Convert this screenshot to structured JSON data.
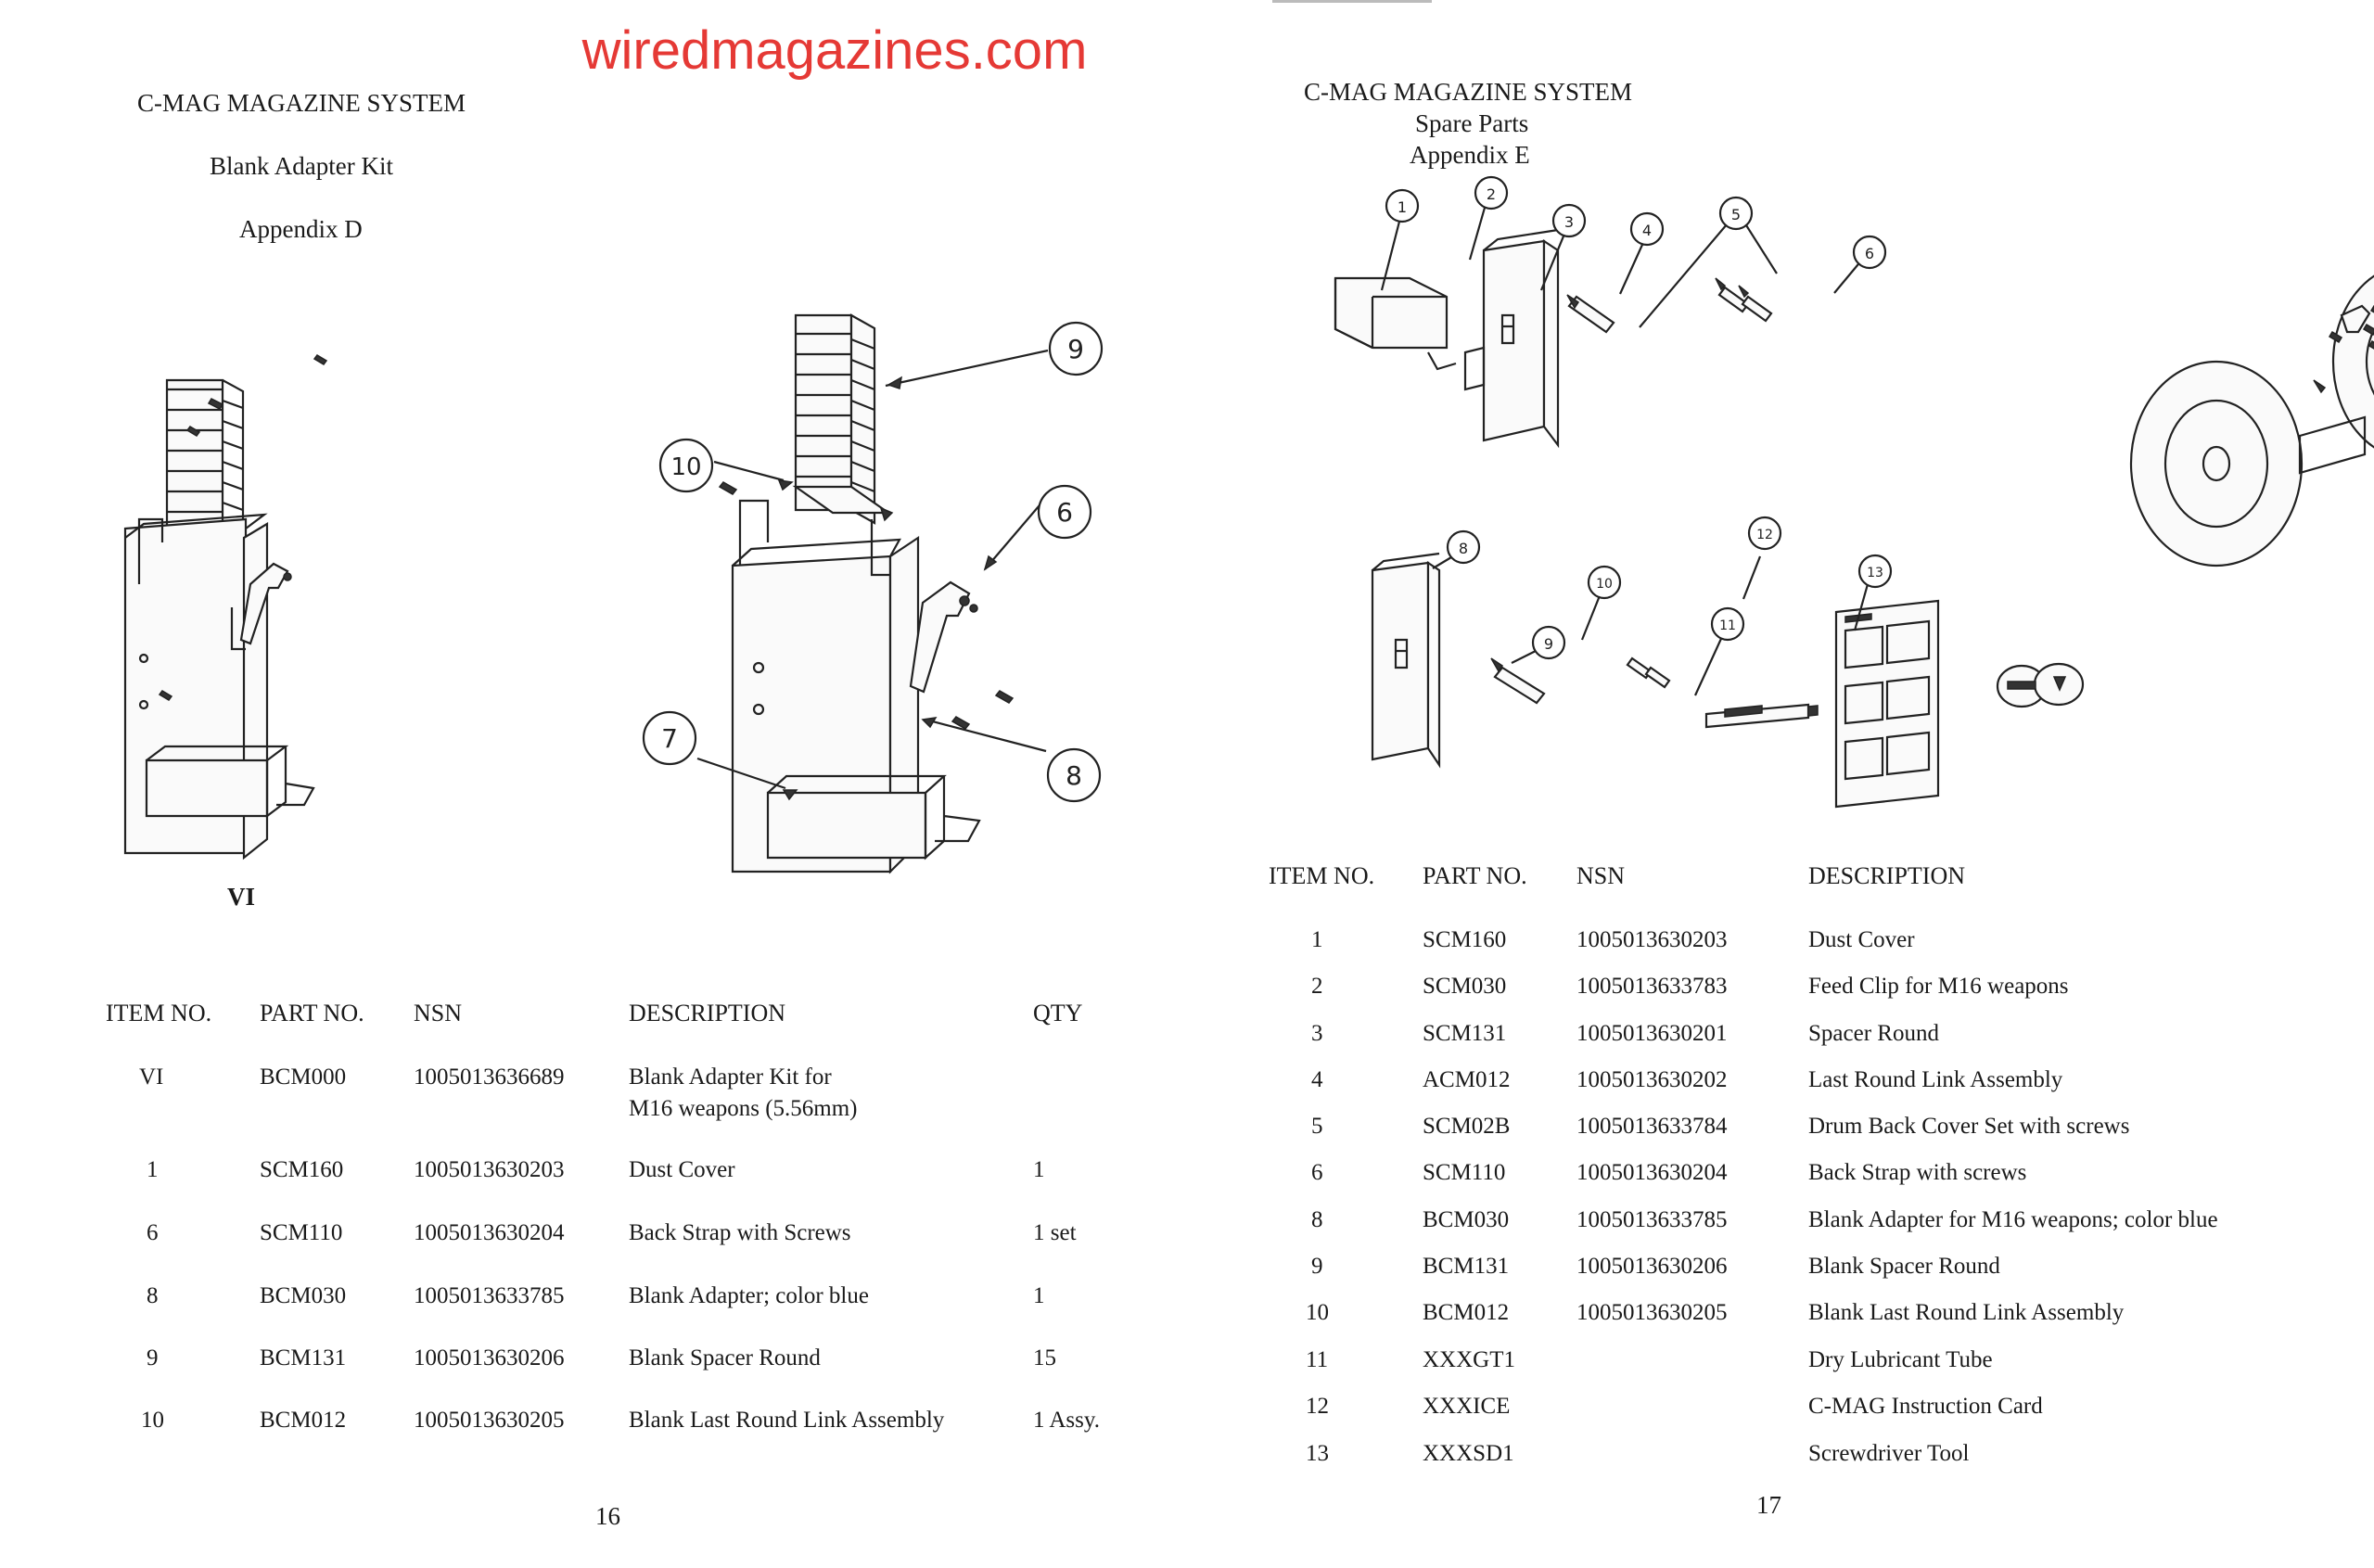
{
  "watermark": "wiredmagazines.com",
  "left_page": {
    "system_title": "C-MAG MAGAZINE SYSTEM",
    "kit_title": "Blank Adapter Kit",
    "appendix": "Appendix D",
    "figure_label": "VI",
    "callouts": [
      "9",
      "10",
      "6",
      "7",
      "8"
    ],
    "columns": [
      "ITEM NO.",
      "PART NO.",
      "NSN",
      "DESCRIPTION",
      "QTY"
    ],
    "rows": [
      {
        "item": "VI",
        "part": "BCM000",
        "nsn": "1005013636689",
        "desc": "Blank Adapter Kit for",
        "desc2": "M16 weapons (5.56mm)",
        "qty": ""
      },
      {
        "item": "1",
        "part": "SCM160",
        "nsn": "1005013630203",
        "desc": "Dust Cover",
        "desc2": "",
        "qty": "1"
      },
      {
        "item": "6",
        "part": "SCM110",
        "nsn": "1005013630204",
        "desc": "Back Strap with Screws",
        "desc2": "",
        "qty": "1 set"
      },
      {
        "item": "8",
        "part": "BCM030",
        "nsn": "1005013633785",
        "desc": "Blank Adapter; color blue",
        "desc2": "",
        "qty": "1"
      },
      {
        "item": "9",
        "part": "BCM131",
        "nsn": "1005013630206",
        "desc": "Blank Spacer Round",
        "desc2": "",
        "qty": "15"
      },
      {
        "item": "10",
        "part": "BCM012",
        "nsn": "1005013630205",
        "desc": "Blank Last Round Link Assembly",
        "desc2": "",
        "qty": "1 Assy."
      }
    ],
    "page_number": "16"
  },
  "right_page": {
    "system_title": "C-MAG MAGAZINE SYSTEM",
    "subtitle": "Spare Parts",
    "appendix": "Appendix E",
    "callouts": [
      "1",
      "2",
      "3",
      "4",
      "5",
      "6",
      "8",
      "9",
      "10",
      "11",
      "12",
      "13"
    ],
    "columns": [
      "ITEM NO.",
      "PART NO.",
      "NSN",
      "DESCRIPTION"
    ],
    "rows": [
      {
        "item": "1",
        "part": "SCM160",
        "nsn": "1005013630203",
        "desc": "Dust Cover"
      },
      {
        "item": "2",
        "part": "SCM030",
        "nsn": "1005013633783",
        "desc": "Feed Clip for M16 weapons"
      },
      {
        "item": "3",
        "part": "SCM131",
        "nsn": "1005013630201",
        "desc": "Spacer Round"
      },
      {
        "item": "4",
        "part": "ACM012",
        "nsn": "1005013630202",
        "desc": "Last Round Link Assembly"
      },
      {
        "item": "5",
        "part": "SCM02B",
        "nsn": "1005013633784",
        "desc": "Drum Back Cover Set with screws"
      },
      {
        "item": "6",
        "part": "SCM110",
        "nsn": "1005013630204",
        "desc": "Back Strap with screws"
      },
      {
        "item": "8",
        "part": "BCM030",
        "nsn": "1005013633785",
        "desc": "Blank Adapter for M16 weapons; color blue"
      },
      {
        "item": "9",
        "part": "BCM131",
        "nsn": "1005013630206",
        "desc": "Blank Spacer Round"
      },
      {
        "item": "10",
        "part": "BCM012",
        "nsn": "1005013630205",
        "desc": "Blank Last Round Link Assembly"
      },
      {
        "item": "11",
        "part": "XXXGT1",
        "nsn": "",
        "desc": "Dry Lubricant Tube"
      },
      {
        "item": "12",
        "part": "XXXICE",
        "nsn": "",
        "desc": "C-MAG Instruction Card"
      },
      {
        "item": "13",
        "part": "XXXSD1",
        "nsn": "",
        "desc": "Screwdriver Tool"
      }
    ],
    "page_number": "17"
  }
}
